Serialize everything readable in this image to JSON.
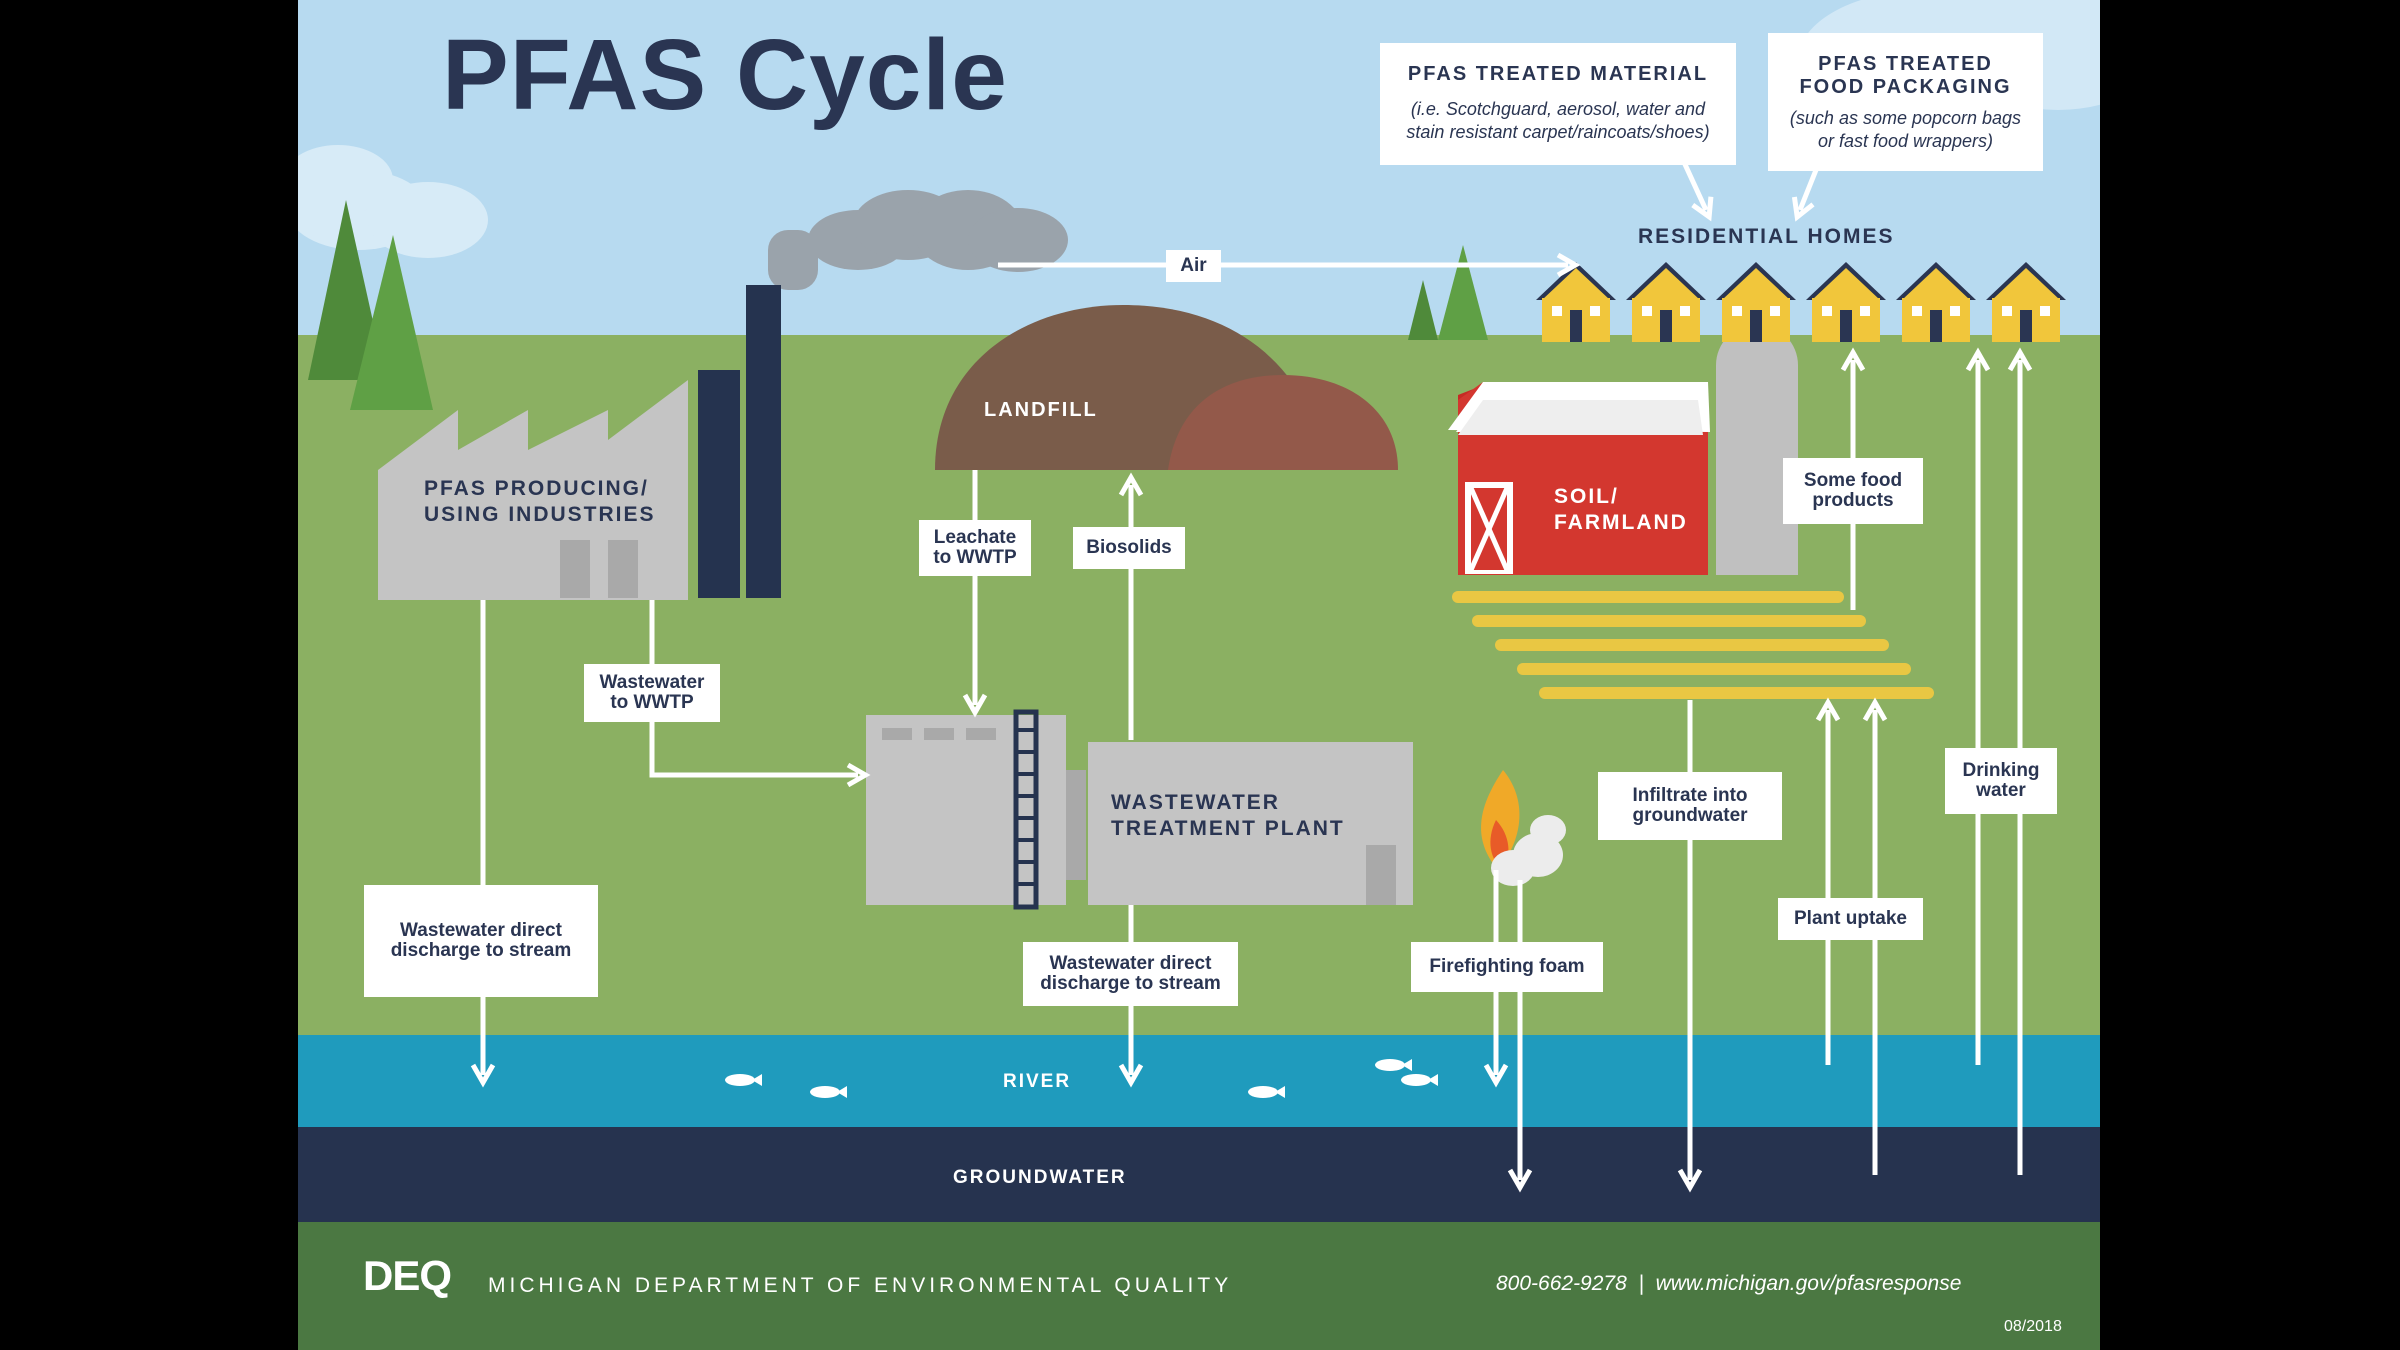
{
  "title": "PFAS Cycle",
  "boxes": {
    "material": {
      "heading": "PFAS TREATED MATERIAL",
      "note": "(i.e. Scotchguard, aerosol, water and\nstain resistant carpet/raincoats/shoes)"
    },
    "packaging": {
      "heading": "PFAS TREATED\nFOOD PACKAGING",
      "note": "(such as some popcorn bags\nor fast food wrappers)"
    }
  },
  "places": {
    "residential_homes": "RESIDENTIAL HOMES",
    "landfill": "LANDFILL",
    "industries": "PFAS PRODUCING/\nUSING INDUSTRIES",
    "soil_farmland": "SOIL/\nFARMLAND",
    "wwtp": "WASTEWATER\nTREATMENT PLANT",
    "river": "RIVER",
    "groundwater": "GROUNDWATER"
  },
  "flows": {
    "air": "Air",
    "leachate": "Leachate\nto WWTP",
    "biosolids": "Biosolids",
    "wastewater_to_wwtp": "Wastewater\nto WWTP",
    "direct_discharge_industry": "Wastewater direct\ndischarge to stream",
    "direct_discharge_wwtp": "Wastewater direct\ndischarge to stream",
    "firefighting_foam": "Firefighting foam",
    "infiltrate": "Infiltrate into\ngroundwater",
    "some_food": "Some food\nproducts",
    "plant_uptake": "Plant uptake",
    "drinking_water": "Drinking\nwater"
  },
  "footer": {
    "agency": "MICHIGAN DEPARTMENT OF ENVIRONMENTAL QUALITY",
    "logo_text": "DEQ",
    "contact": "800-662-9278  |  www.michigan.gov/pfasresponse",
    "date": "08/2018"
  },
  "colors": {
    "sky": "#b7daf0",
    "grass": "#8bb062",
    "river": "#1f9bbd",
    "groundwater": "#26334f",
    "footer": "#4b7842",
    "navy_text": "#2a3552",
    "barn": "#d3372f",
    "house": "#f1c63b"
  }
}
